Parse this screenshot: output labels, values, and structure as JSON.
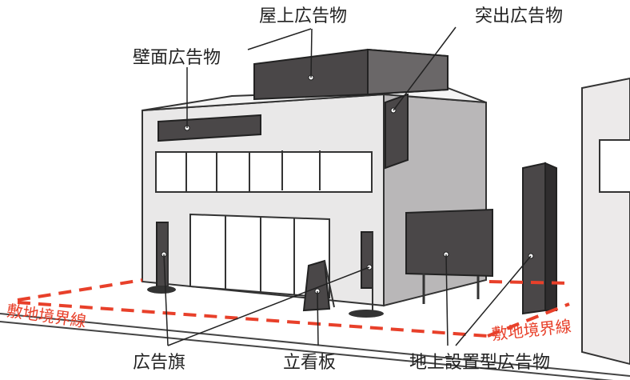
{
  "labels": {
    "rooftop_sign": "屋上広告物",
    "protruding_sign": "突出広告物",
    "wall_sign": "壁面広告物",
    "advertising_flag": "広告旗",
    "standing_signboard": "立看板",
    "ground_sign": "地上設置型広告物",
    "boundary_left": "敷地境界線",
    "boundary_right": "敷地境界線"
  },
  "colors": {
    "boundary": "#e8402a",
    "sign_dark": "#4a4748",
    "building_front": "#e9e8e8",
    "building_side": "#b9b7b8",
    "ground": "#f1f1f1"
  }
}
